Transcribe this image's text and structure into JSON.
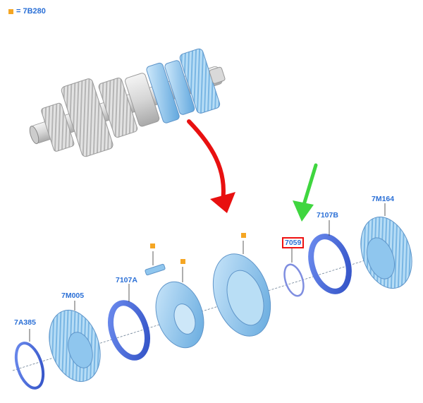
{
  "legend": {
    "marker_color": "#f5a623",
    "text": "= 7B280"
  },
  "colors": {
    "part_light": "#a9d4f0",
    "part_dark": "#6aaee0",
    "ring_blue": "#3a63d8",
    "label_blue": "#2a6fd6",
    "arrow_red": "#e81010",
    "arrow_green": "#3fd63f",
    "highlight_box": "#e11111"
  },
  "callouts": {
    "c_7a385": "7A385",
    "c_7m005": "7M005",
    "c_7107a": "7107A",
    "c_7059": "7059",
    "c_7107b": "7107B",
    "c_7m164": "7M164"
  },
  "icons": {
    "red_arrow": "curved-down-arrow-icon",
    "green_arrow": "down-arrow-icon",
    "marker": "orange-square-icon"
  }
}
